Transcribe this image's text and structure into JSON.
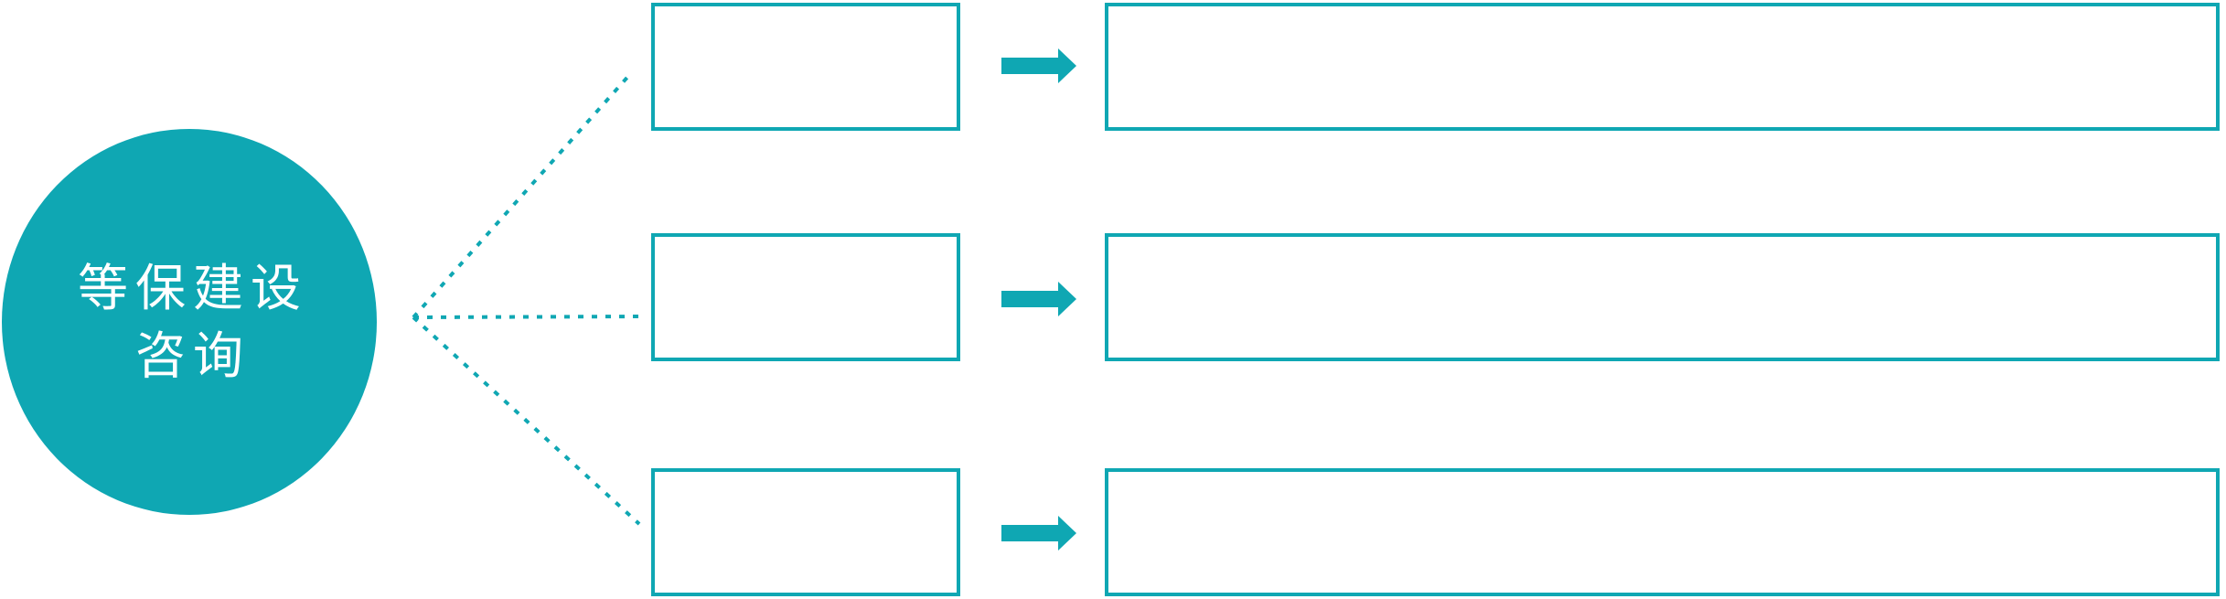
{
  "diagram": {
    "type": "hub-and-branches",
    "circle": {
      "label_line1": "等保建设",
      "label_line2": "咨询"
    },
    "colors": {
      "teal": "#0FA7B3",
      "background": "#FFFFFF",
      "text_on_circle": "#FFFFFF"
    },
    "rows": [
      {
        "option_text": "",
        "arrow_icon": "right-block-arrow",
        "detail_text": ""
      },
      {
        "option_text": "",
        "arrow_icon": "right-block-arrow",
        "detail_text": ""
      },
      {
        "option_text": "",
        "arrow_icon": "right-block-arrow",
        "detail_text": ""
      }
    ]
  }
}
